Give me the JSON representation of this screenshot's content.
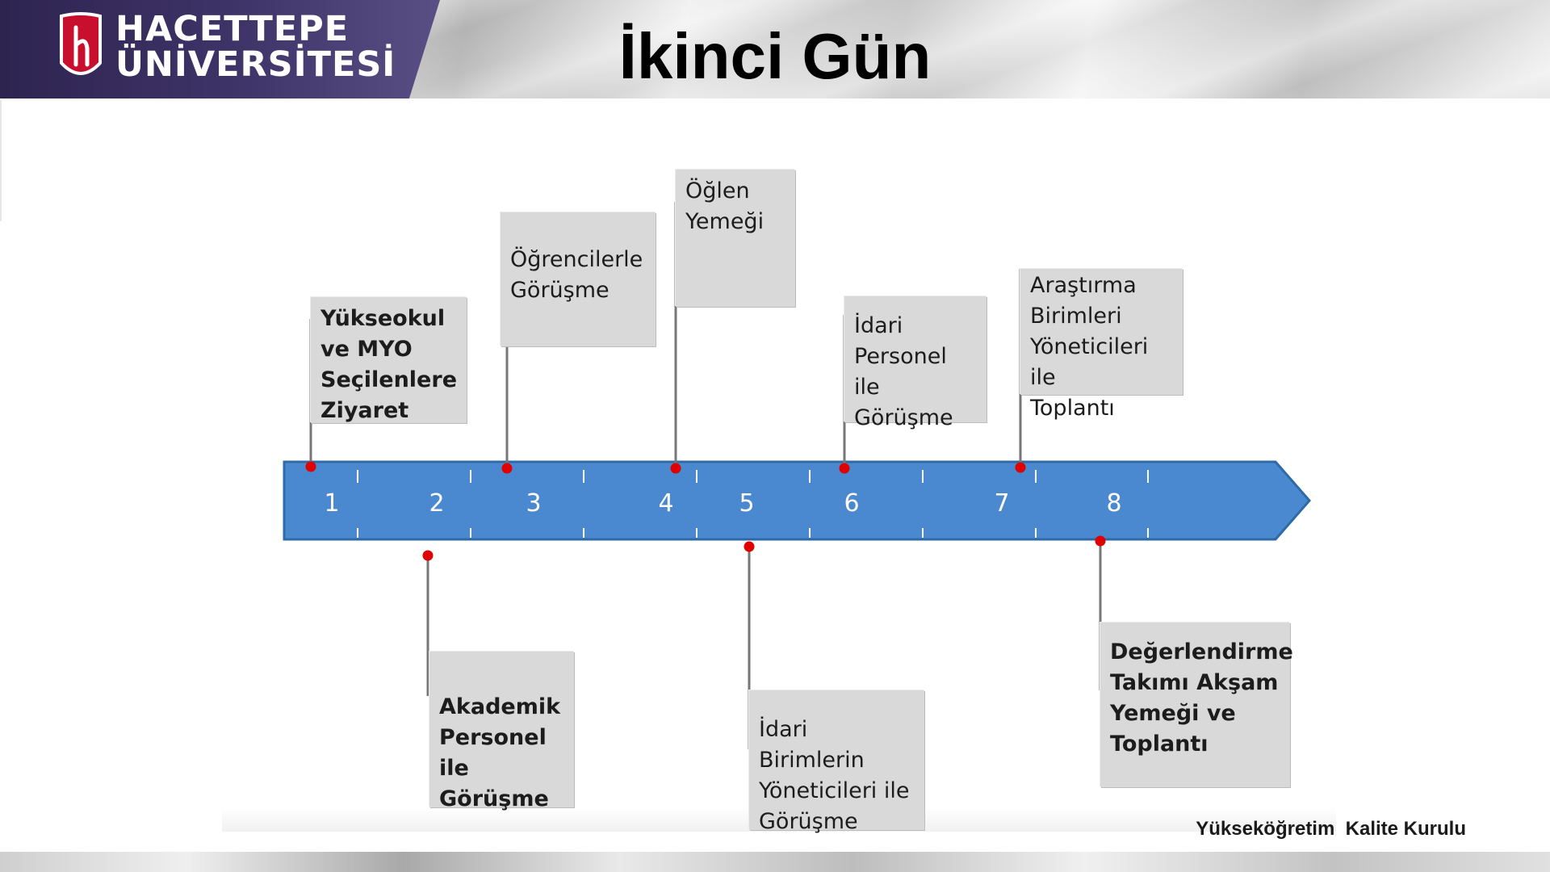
{
  "brand": {
    "line1": "HACETTEPE",
    "line2": "ÜNİVERSİTESİ",
    "panel_color": "#3f3468"
  },
  "title": "İkinci Gün",
  "timeline": {
    "arrow_color": "#4a89cf",
    "dot_color": "#e00000",
    "numbers": [
      "1",
      "2",
      "3",
      "4",
      "5",
      "6",
      "7",
      "8"
    ]
  },
  "events": [
    {
      "text": "Yükseokul\nve MYO\nSeçilenlere\nZiyaret",
      "bold": true,
      "position": "above"
    },
    {
      "text": "Akademik\nPersonel ile\nGörüşme",
      "bold": true,
      "position": "below"
    },
    {
      "text": "Öğrencilerle\nGörüşme",
      "bold": false,
      "position": "above"
    },
    {
      "text": "Öğlen\nYemeği",
      "bold": false,
      "position": "above"
    },
    {
      "text": "İdari Birimlerin\nYöneticileri ile\nGörüşme",
      "bold": false,
      "position": "below"
    },
    {
      "text": "İdari\nPersonel ile\nGörüşme",
      "bold": false,
      "position": "above"
    },
    {
      "text": "Araştırma\nBirimleri\nYöneticileri ile\nToplantı",
      "bold": false,
      "position": "above"
    },
    {
      "text": "Değerlendirme\nTakımı Akşam\nYemeği ve\nToplantı",
      "bold": true,
      "position": "below"
    }
  ],
  "footer": "Yükseköğretim  Kalite Kurulu"
}
